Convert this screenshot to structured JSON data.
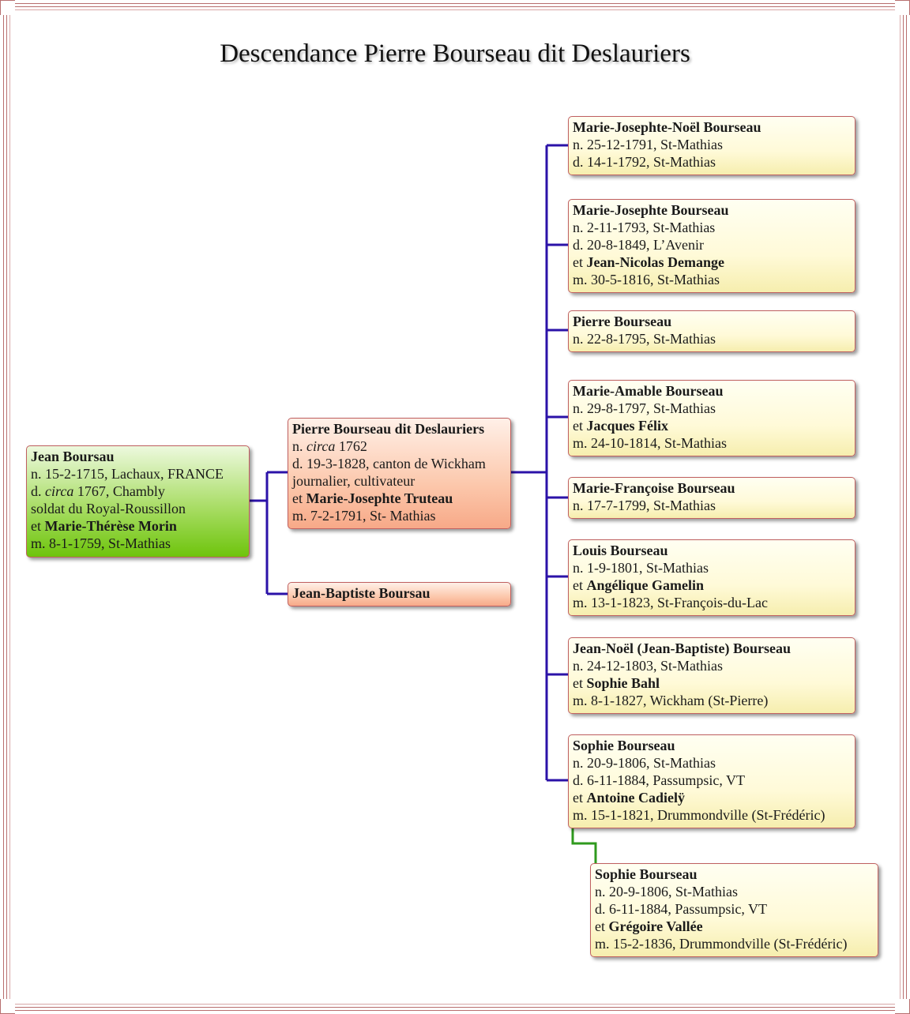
{
  "title": "Descendance Pierre Bourseau dit Deslauriers",
  "jean": {
    "name": "Jean Boursau",
    "birth": "n. 15-2-1715, Lachaux, FRANCE",
    "death_prefix": "d. ",
    "death_circa": "circa",
    "death_rest": " 1767, Chambly",
    "occupation": "soldat du Royal-Roussillon",
    "spouse_prefix": "et ",
    "spouse": "Marie-Thérèse Morin",
    "marriage": "m. 8-1-1759, St-Mathias"
  },
  "pierre": {
    "name": "Pierre Bourseau dit Deslauriers",
    "birth_prefix": "n. ",
    "birth_circa": "circa",
    "birth_rest": " 1762",
    "death": "d. 19-3-1828, canton de Wickham",
    "occupation": "journalier, cultivateur",
    "spouse_prefix": "et ",
    "spouse": "Marie-Josephte Truteau",
    "marriage": "m. 7-2-1791, St- Mathias"
  },
  "jean_baptiste": {
    "name": "Jean-Baptiste Boursau"
  },
  "children": [
    {
      "name": "Marie-Josephte-Noël Bourseau",
      "birth": "n. 25-12-1791, St-Mathias",
      "death": "d. 14-1-1792, St-Mathias"
    },
    {
      "name": "Marie-Josephte Bourseau",
      "birth": "n. 2-11-1793, St-Mathias",
      "death": "d. 20-8-1849, L’Avenir",
      "spouse_prefix": "et ",
      "spouse": "Jean-Nicolas Demange",
      "marriage": "m. 30-5-1816, St-Mathias"
    },
    {
      "name": "Pierre Bourseau",
      "birth": "n. 22-8-1795, St-Mathias"
    },
    {
      "name": "Marie-Amable Bourseau",
      "birth": "n. 29-8-1797, St-Mathias",
      "spouse_prefix": "et ",
      "spouse": "Jacques Félix",
      "marriage": "m. 24-10-1814, St-Mathias"
    },
    {
      "name": "Marie-Françoise Bourseau",
      "birth": "n. 17-7-1799, St-Mathias"
    },
    {
      "name": "Louis Bourseau",
      "birth": "n. 1-9-1801, St-Mathias",
      "spouse_prefix": "et ",
      "spouse": "Angélique Gamelin",
      "marriage": "m. 13-1-1823, St-François-du-Lac"
    },
    {
      "name": "Jean-Noël (Jean-Baptiste) Bourseau",
      "birth": "n. 24-12-1803, St-Mathias",
      "spouse_prefix": "et ",
      "spouse": "Sophie Bahl",
      "marriage": "m. 8-1-1827, Wickham (St-Pierre)"
    },
    {
      "name": "Sophie Bourseau",
      "birth": "n. 20-9-1806, St-Mathias",
      "death": "d. 6-11-1884, Passumpsic, VT",
      "spouse_prefix": "et ",
      "spouse": "Antoine Cadielÿ",
      "marriage": "m. 15-1-1821, Drummondville (St-Frédéric)"
    }
  ],
  "remarriage": {
    "name": "Sophie Bourseau",
    "birth": "n. 20-9-1806, St-Mathias",
    "death": "d. 6-11-1884, Passumpsic, VT",
    "spouse_prefix": "et ",
    "spouse": "Grégoire Vallée",
    "marriage": "m. 15-2-1836, Drummondville (St-Frédéric)"
  },
  "colors": {
    "connector": "#2b12a8",
    "remarriage_connector": "#2f9a1e",
    "box_border": "#c06060",
    "frame": "#b86f6f"
  }
}
